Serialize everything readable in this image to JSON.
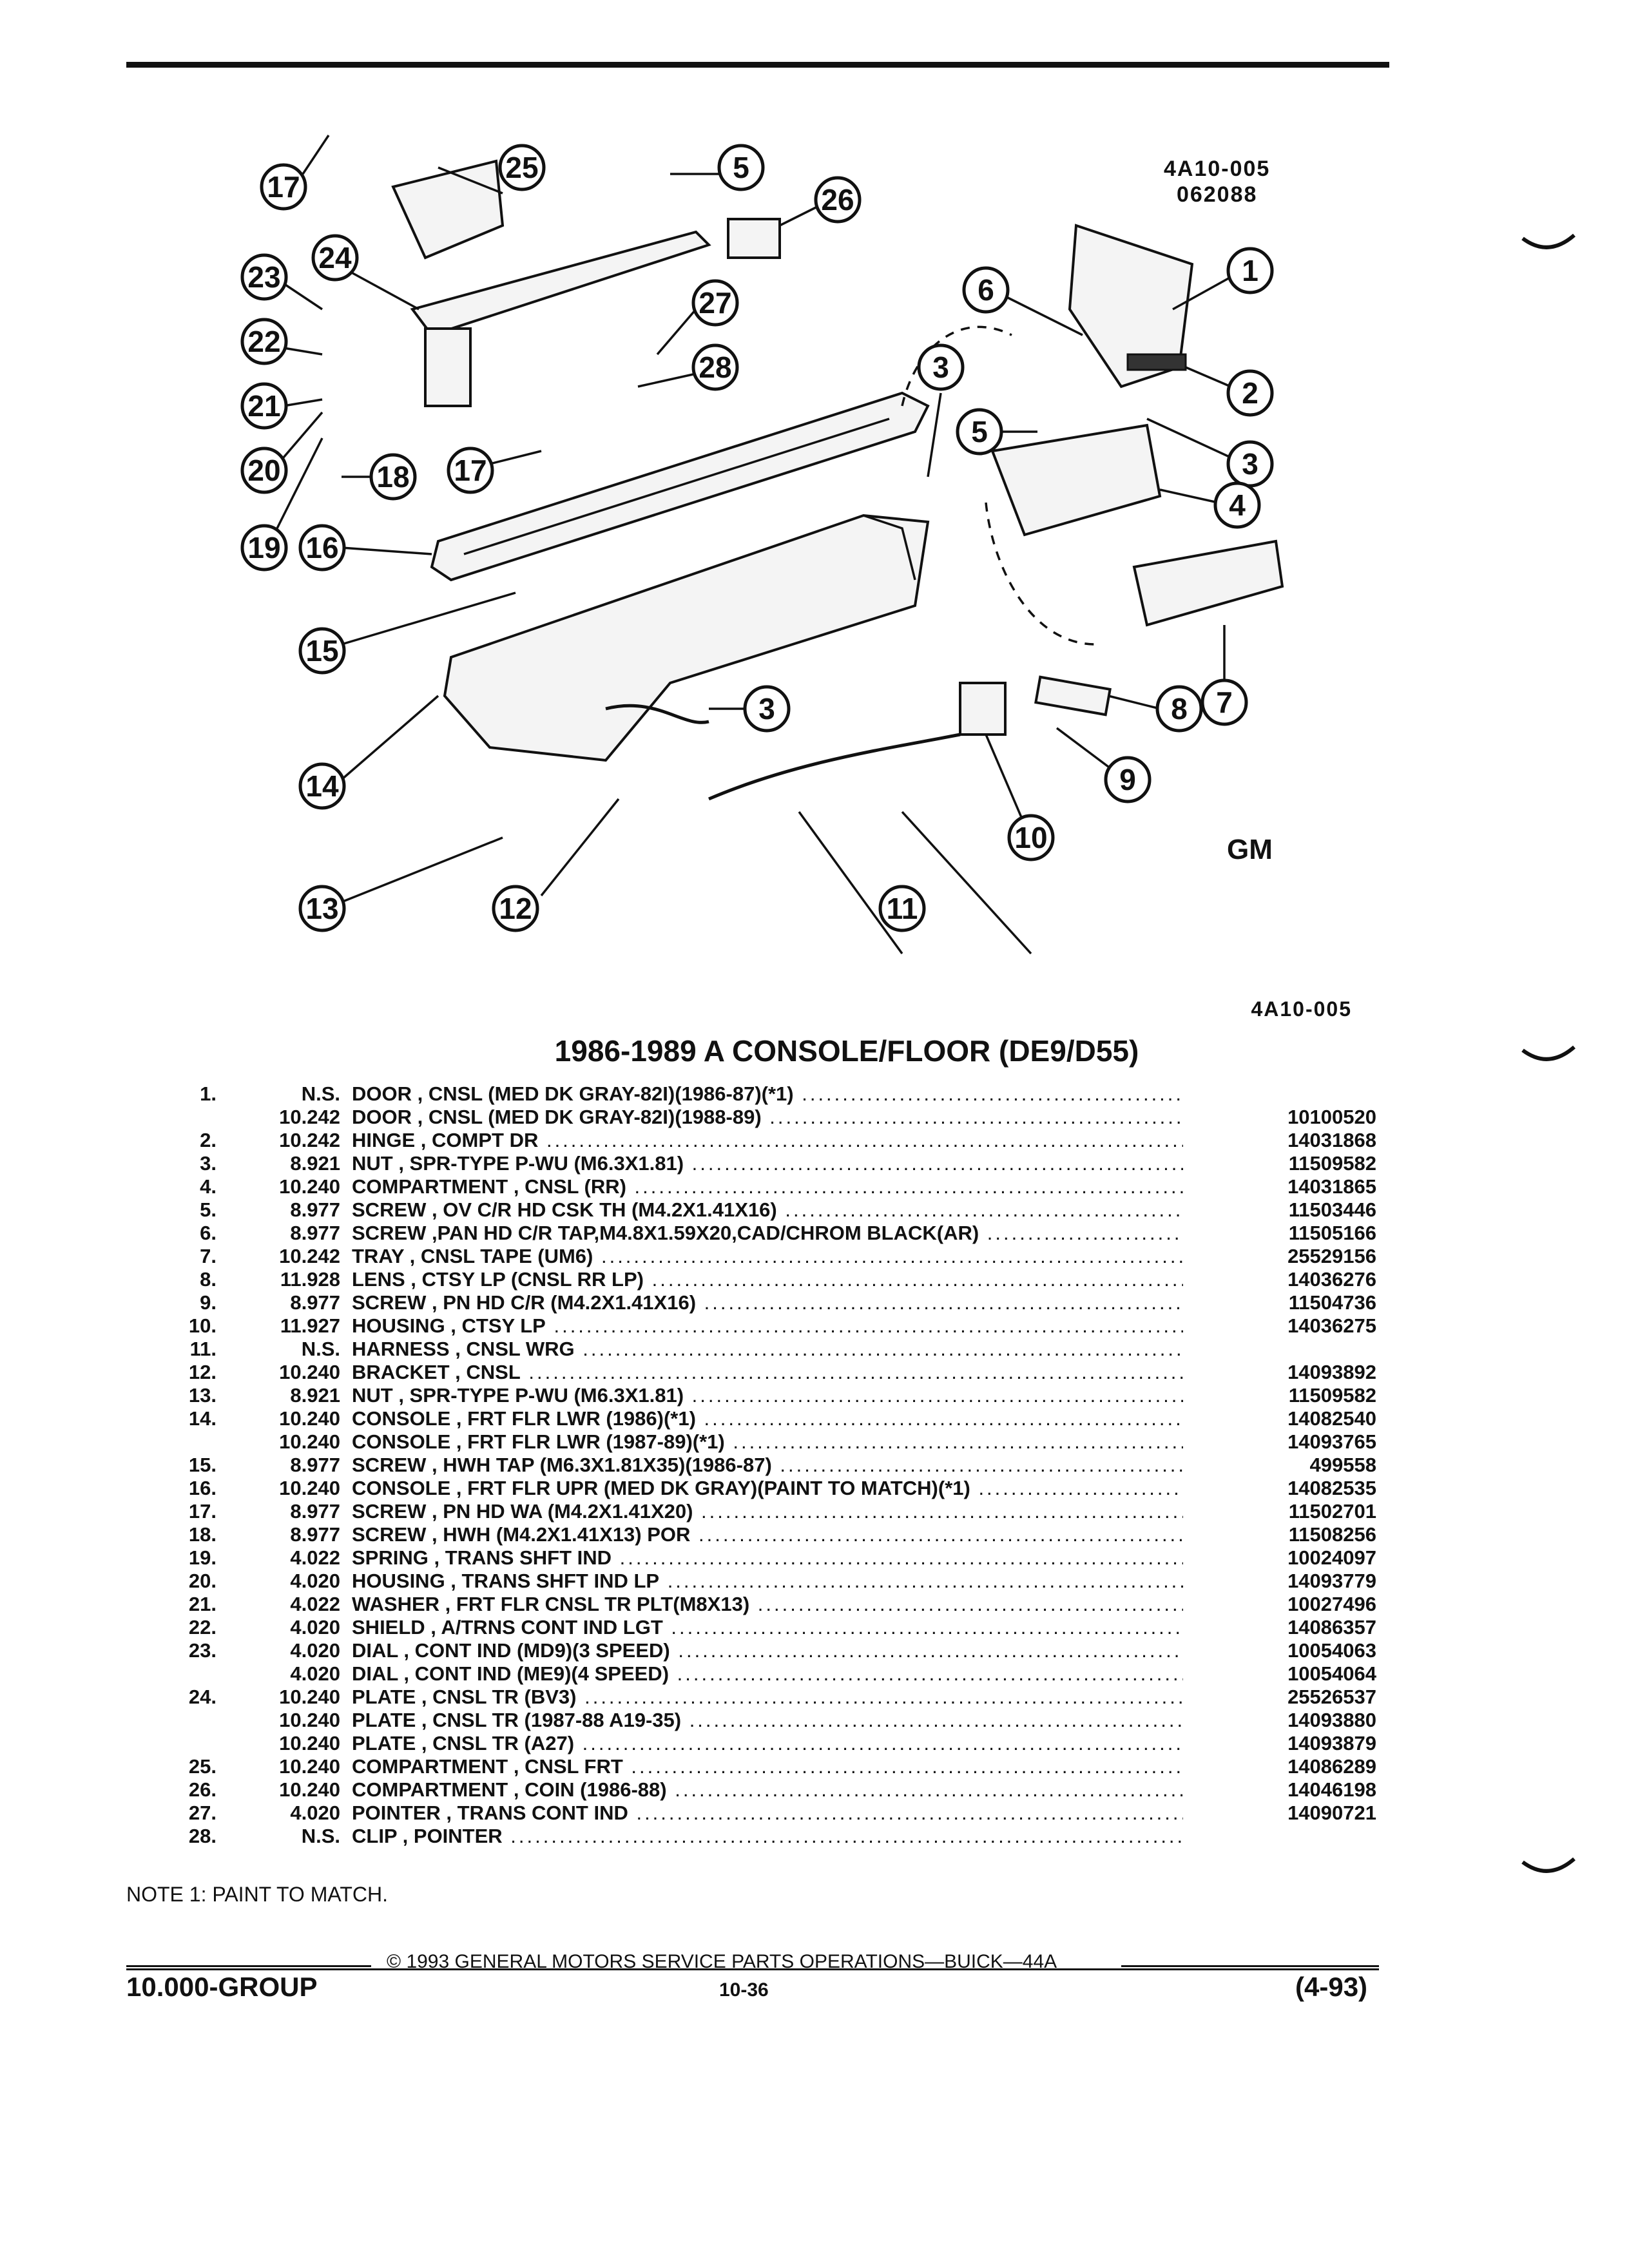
{
  "figure": {
    "code_top_1": "4A10-005",
    "code_top_2": "062088",
    "code_bottom": "4A10-005",
    "logo": "GM",
    "callouts": [
      "1",
      "2",
      "3",
      "3",
      "3",
      "4",
      "5",
      "5",
      "6",
      "7",
      "8",
      "9",
      "10",
      "11",
      "12",
      "13",
      "14",
      "15",
      "16",
      "17",
      "17",
      "18",
      "19",
      "20",
      "21",
      "22",
      "23",
      "24",
      "25",
      "26",
      "27",
      "28"
    ]
  },
  "section_title": "1986-1989 A CONSOLE/FLOOR (DE9/D55)",
  "rows": [
    {
      "item": "1.",
      "group": "N.S.",
      "desc": "DOOR , CNSL (MED DK GRAY-82I)(1986-87)(*1)",
      "part": ""
    },
    {
      "item": "",
      "group": "10.242",
      "desc": "DOOR , CNSL (MED DK GRAY-82I)(1988-89)",
      "part": "10100520"
    },
    {
      "item": "2.",
      "group": "10.242",
      "desc": "HINGE , COMPT DR",
      "part": "14031868"
    },
    {
      "item": "3.",
      "group": "8.921",
      "desc": "NUT , SPR-TYPE P-WU (M6.3X1.81)",
      "part": "11509582"
    },
    {
      "item": "4.",
      "group": "10.240",
      "desc": "COMPARTMENT , CNSL (RR)",
      "part": "14031865"
    },
    {
      "item": "5.",
      "group": "8.977",
      "desc": "SCREW , OV C/R HD CSK TH (M4.2X1.41X16)",
      "part": "11503446"
    },
    {
      "item": "6.",
      "group": "8.977",
      "desc": "SCREW ,PAN HD C/R TAP,M4.8X1.59X20,CAD/CHROM BLACK(AR)",
      "part": "11505166"
    },
    {
      "item": "7.",
      "group": "10.242",
      "desc": "TRAY , CNSL TAPE (UM6)",
      "part": "25529156"
    },
    {
      "item": "8.",
      "group": "11.928",
      "desc": "LENS , CTSY LP (CNSL RR LP)",
      "part": "14036276"
    },
    {
      "item": "9.",
      "group": "8.977",
      "desc": "SCREW , PN HD C/R (M4.2X1.41X16)",
      "part": "11504736"
    },
    {
      "item": "10.",
      "group": "11.927",
      "desc": "HOUSING , CTSY LP",
      "part": "14036275"
    },
    {
      "item": "11.",
      "group": "N.S.",
      "desc": "HARNESS , CNSL WRG",
      "part": ""
    },
    {
      "item": "12.",
      "group": "10.240",
      "desc": "BRACKET , CNSL",
      "part": "14093892"
    },
    {
      "item": "13.",
      "group": "8.921",
      "desc": "NUT , SPR-TYPE P-WU (M6.3X1.81)",
      "part": "11509582"
    },
    {
      "item": "14.",
      "group": "10.240",
      "desc": "CONSOLE , FRT FLR LWR (1986)(*1)",
      "part": "14082540"
    },
    {
      "item": "",
      "group": "10.240",
      "desc": "CONSOLE , FRT FLR LWR (1987-89)(*1)",
      "part": "14093765"
    },
    {
      "item": "15.",
      "group": "8.977",
      "desc": "SCREW , HWH TAP (M6.3X1.81X35)(1986-87)",
      "part": "499558"
    },
    {
      "item": "16.",
      "group": "10.240",
      "desc": "CONSOLE , FRT FLR UPR (MED DK GRAY)(PAINT TO MATCH)(*1)",
      "part": "14082535"
    },
    {
      "item": "17.",
      "group": "8.977",
      "desc": "SCREW , PN HD WA (M4.2X1.41X20)",
      "part": "11502701"
    },
    {
      "item": "18.",
      "group": "8.977",
      "desc": "SCREW , HWH (M4.2X1.41X13) POR",
      "part": "11508256"
    },
    {
      "item": "19.",
      "group": "4.022",
      "desc": "SPRING , TRANS SHFT IND",
      "part": "10024097"
    },
    {
      "item": "20.",
      "group": "4.020",
      "desc": "HOUSING , TRANS SHFT IND LP",
      "part": "14093779"
    },
    {
      "item": "21.",
      "group": "4.022",
      "desc": "WASHER , FRT FLR CNSL TR PLT(M8X13)",
      "part": "10027496"
    },
    {
      "item": "22.",
      "group": "4.020",
      "desc": "SHIELD , A/TRNS CONT IND LGT",
      "part": "14086357"
    },
    {
      "item": "23.",
      "group": "4.020",
      "desc": "DIAL , CONT IND (MD9)(3 SPEED)",
      "part": "10054063"
    },
    {
      "item": "",
      "group": "4.020",
      "desc": "DIAL , CONT IND (ME9)(4 SPEED)",
      "part": "10054064"
    },
    {
      "item": "24.",
      "group": "10.240",
      "desc": "PLATE , CNSL TR (BV3)",
      "part": "25526537"
    },
    {
      "item": "",
      "group": "10.240",
      "desc": "PLATE , CNSL TR (1987-88 A19-35)",
      "part": "14093880"
    },
    {
      "item": "",
      "group": "10.240",
      "desc": "PLATE , CNSL TR (A27)",
      "part": "14093879"
    },
    {
      "item": "25.",
      "group": "10.240",
      "desc": "COMPARTMENT , CNSL FRT",
      "part": "14086289"
    },
    {
      "item": "26.",
      "group": "10.240",
      "desc": "COMPARTMENT , COIN (1986-88)",
      "part": "14046198"
    },
    {
      "item": "27.",
      "group": "4.020",
      "desc": "POINTER , TRANS CONT IND",
      "part": "14090721"
    },
    {
      "item": "28.",
      "group": "N.S.",
      "desc": "CLIP , POINTER",
      "part": ""
    }
  ],
  "note": "NOTE 1: PAINT TO MATCH.",
  "footer": {
    "copyright": "© 1993 GENERAL MOTORS SERVICE PARTS OPERATIONS—BUICK—44A",
    "group": "10.000-GROUP",
    "page": "10-36",
    "date": "(4-93)"
  }
}
